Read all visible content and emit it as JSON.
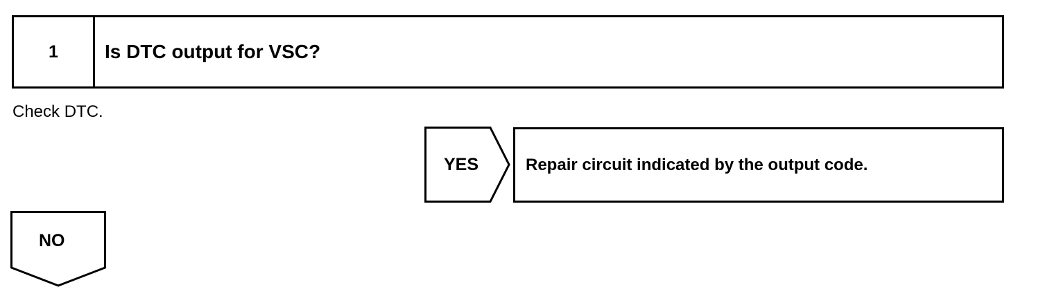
{
  "step": {
    "number": "1",
    "question": "Is DTC output for VSC?"
  },
  "instruction": "Check DTC.",
  "yes_branch": {
    "label": "YES",
    "action": "Repair circuit indicated by the output code."
  },
  "no_branch": {
    "label": "NO"
  }
}
